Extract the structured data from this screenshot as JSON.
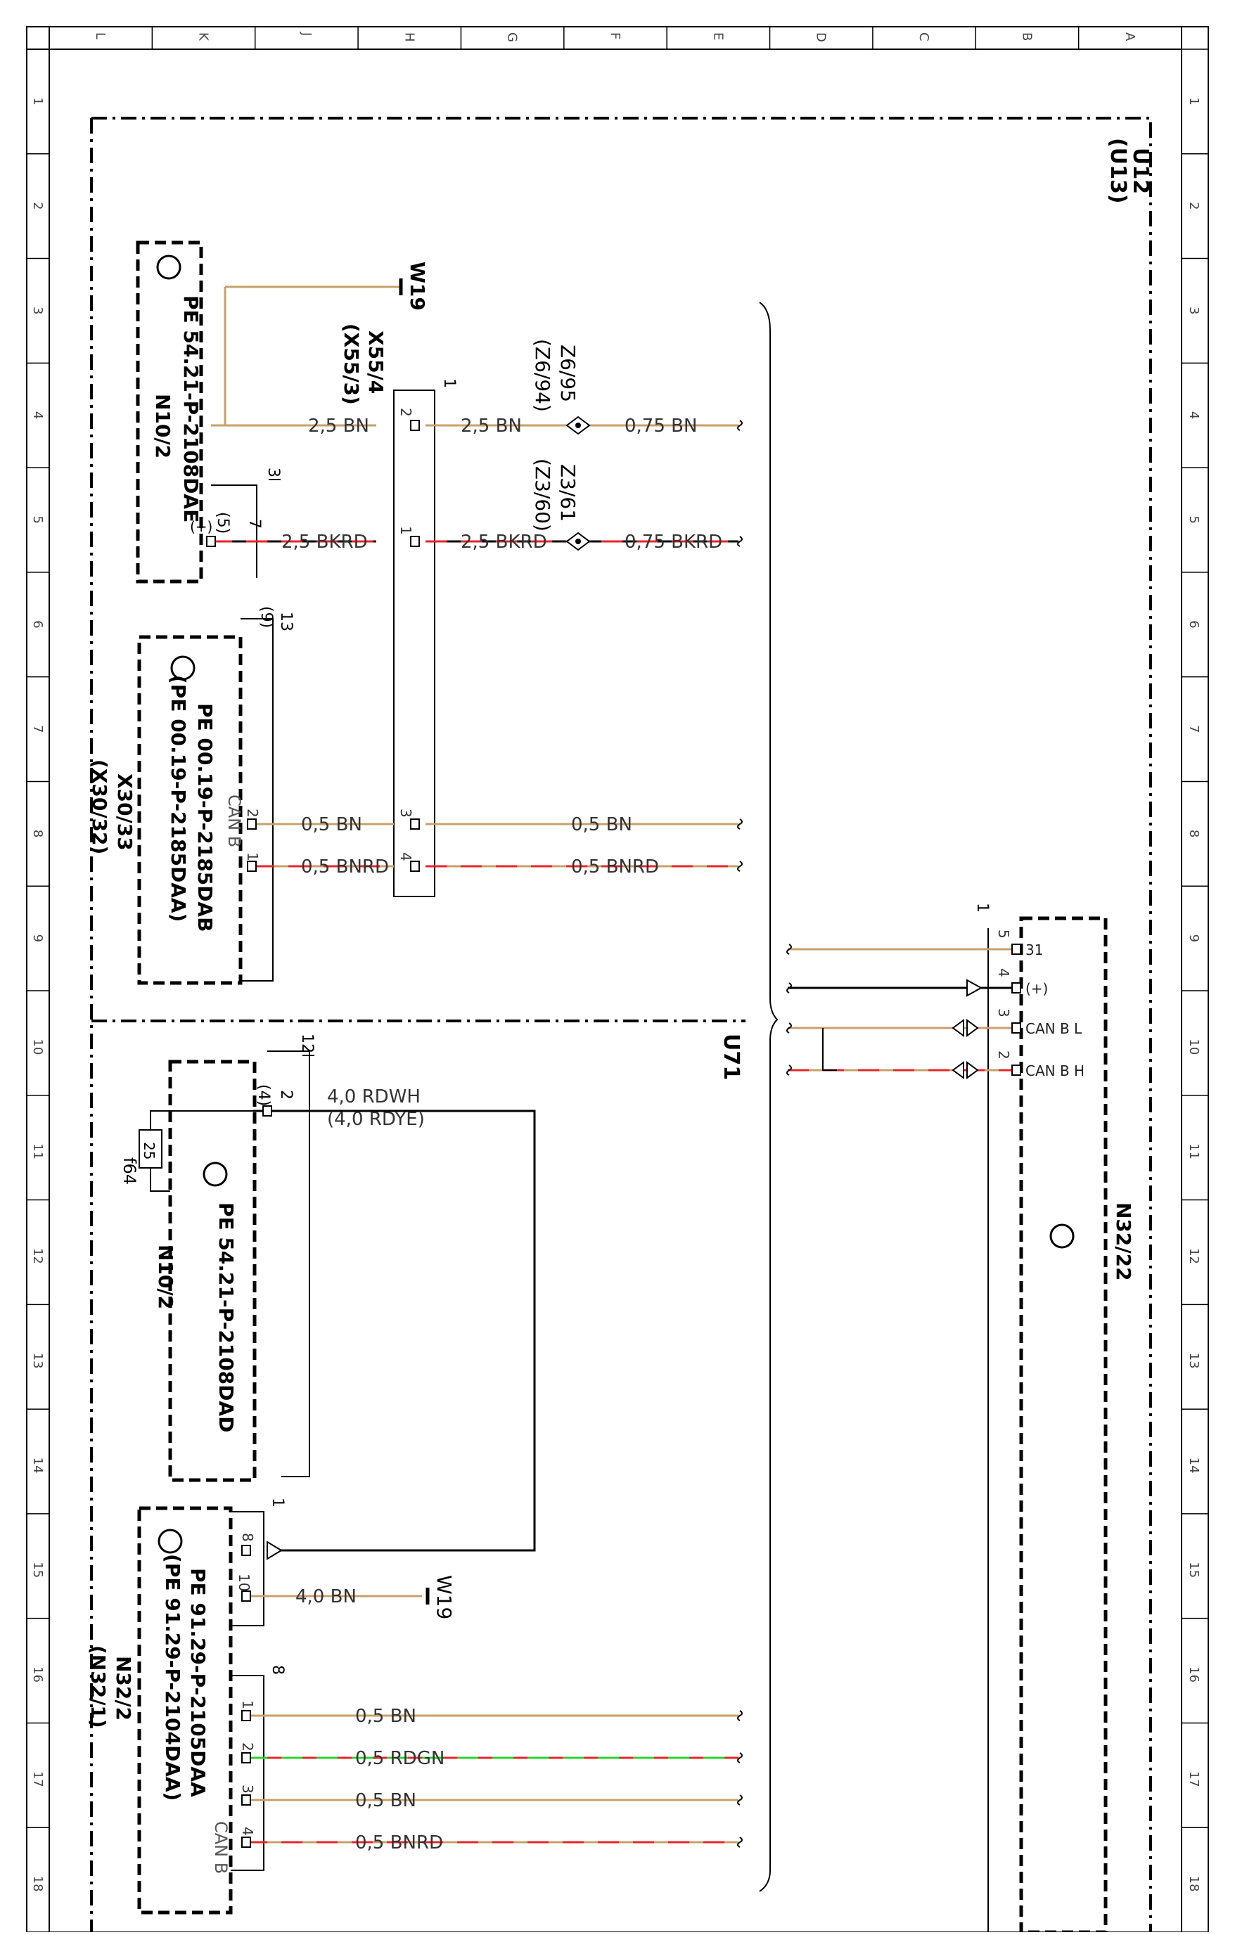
{
  "border": {
    "rulers_letters": [
      "A",
      "B",
      "C",
      "D",
      "E",
      "F",
      "G",
      "H",
      "J",
      "K",
      "L"
    ],
    "rulers_numbers": [
      "1",
      "2",
      "3",
      "4",
      "5",
      "6",
      "7",
      "8",
      "9",
      "10",
      "11",
      "12",
      "13",
      "14",
      "15",
      "16",
      "17",
      "18"
    ]
  },
  "zones": {
    "u12_label": "U12",
    "u12_sub": "(U13)",
    "u71_label": "U71"
  },
  "modules": {
    "n10_2_top": {
      "name": "N10/2",
      "ref": "PE 54.21-P-2108DAE",
      "plug": "3l",
      "pin": "7",
      "pin_alt": "(5)",
      "terminal": "(+)"
    },
    "x30_33": {
      "name": "X30/33",
      "name_alt": "(X30/32)",
      "ref1": "PE 00.19-P-2185DAB",
      "ref2": "(PE 00.19-P-2185DAA)",
      "plug": "13",
      "plug_alt": "(9)",
      "bus": "CAN B",
      "pin_top": "2",
      "pin_bottom": "1"
    },
    "n10_2_bottom": {
      "name": "N10/2",
      "ref": "PE 54.21-P-2108DAD",
      "plug": "12l",
      "pin": "2",
      "pin_alt": "(4)",
      "fuse": "f64",
      "fuse_value": "25"
    },
    "n32_2": {
      "name": "N32/2",
      "name_alt": "(N32/1)",
      "ref1": "PE 91.29-P-2105DAA",
      "ref2": "(PE 91.29-P-2104DAA)",
      "plug_top": "1",
      "plug_bottom": "8",
      "pin_8": "8",
      "pin_10": "10",
      "pins": [
        "1",
        "2",
        "3",
        "4"
      ],
      "bus": "CAN B"
    },
    "n32_22": {
      "name": "N32/22",
      "plug": "1",
      "pins": [
        "5",
        "4",
        "3",
        "2"
      ],
      "terms": [
        "31",
        "(+)",
        "CAN B L",
        "CAN B H"
      ]
    },
    "x55_4": {
      "name": "X55/4",
      "name_alt": "(X55/3)",
      "plug": "1",
      "pins": [
        "2",
        "1",
        "3",
        "4"
      ]
    }
  },
  "ground": {
    "w19_top": "W19",
    "w19_bottom": "W19"
  },
  "splices": {
    "z6": "Z6/95",
    "z6_alt": "(Z6/94)",
    "z3": "Z3/61",
    "z3_alt": "(Z3/60)"
  },
  "wires": {
    "w1": "2,5 BN",
    "w2": "2,5 BN",
    "w3": "0,75 BN",
    "w4": "2,5 BKRD",
    "w5": "2,5 BKRD",
    "w6": "0,75 BKRD",
    "w7": "0,5 BN",
    "w8": "0,5 BN",
    "w9": "0,5 BNRD",
    "w10": "0,5 BNRD",
    "w11": "4,0 RDWH",
    "w11_alt": "(4,0 RDYE)",
    "w12": "4,0 BN",
    "w13": "0,5 BN",
    "w14": "0,5 RDGN",
    "w15": "0,5 BN",
    "w16": "0,5 BNRD"
  },
  "colors": {
    "brown": "#c8a06a",
    "red": "#e8262a",
    "green": "#2bd42b",
    "black": "#000000"
  }
}
